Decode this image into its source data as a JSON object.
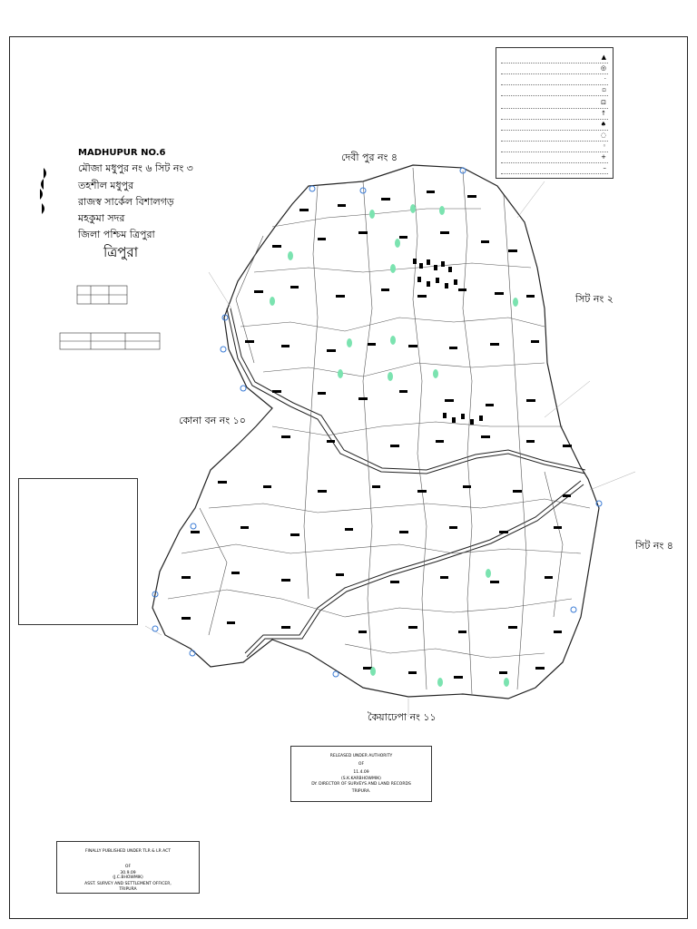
{
  "header": {
    "title_en": "MADHUPUR NO.6",
    "mauza": "মৌজা মধুপুর নং ৬ সিট নং ৩",
    "tahsil": "তহশীল   মধুপুর",
    "revenue_circle": "রাজস্ব সার্কেল   বিশালগড়",
    "subdivision": "মহকুমা   সদর",
    "district": "জিলা পশ্চিম ত্রিপুরা",
    "state": "ত্রিপুরা"
  },
  "adjacent": {
    "north": "দেবী পুর নং ৪",
    "east": "সিট নং ২",
    "west": "কোনা বন নং ১০",
    "southeast": "সিট নং ৪",
    "south": "কৈয়াঢেপা নং ১১"
  },
  "stamp_released": {
    "line1": "RELEASED UNDER AUTHORITY",
    "line2": "OF",
    "line3": "11.4.09",
    "line4": "(S.K.KARBHOWMIK)",
    "line5": "DY. DIRECTOR OF SURVEYS AND LAND RECORDS",
    "line6": "TRIPURA."
  },
  "stamp_finally": {
    "line1": "FINALLY PUBLISHED UNDER TLR & LR ACT",
    "line2": "OF",
    "line3": "30.9.09",
    "line4": "(J.C.BHOWMIK)",
    "line5": "ASST. SURVEY AND SETTLEMENT OFFICER,",
    "line6": "TRIPURA"
  },
  "colors": {
    "ink": "#000000",
    "plot": "#000000",
    "tree": "#7be3b0",
    "boundary_marker": "#3a7bd5",
    "road": "#222222"
  },
  "icons": [
    "tree-icon",
    "boundary-pillar-icon",
    "north-arrow-icon"
  ]
}
